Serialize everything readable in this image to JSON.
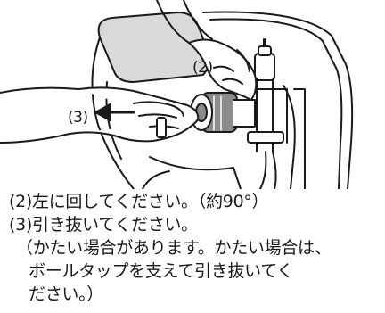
{
  "illustration": {
    "callouts": {
      "step2": "(2)",
      "step3": "(3)"
    },
    "arrow_icon": "left-arrow"
  },
  "instructions": {
    "step2": "(2)左に回してください。（約90°）",
    "step3": "(3)引き抜いてください。",
    "note_line1": "（かたい場合があります。かたい場合は、",
    "note_line2": "ボールタップを支えて引き抜いてく",
    "note_line3": "ださい。）"
  }
}
